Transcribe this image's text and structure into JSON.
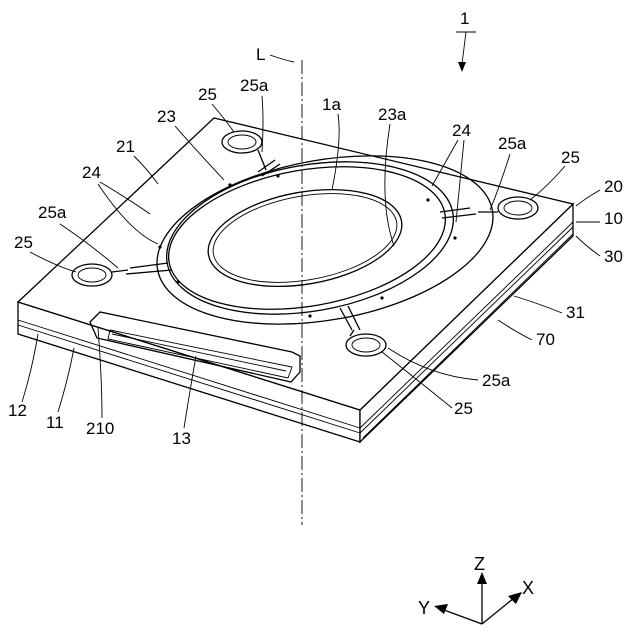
{
  "figure": {
    "number": "1",
    "axis_label": "L",
    "coords": {
      "z": "Z",
      "x": "X",
      "y": "Y"
    },
    "labels": {
      "r1a": "1a",
      "r10": "10",
      "r11": "11",
      "r12": "12",
      "r13": "13",
      "r20": "20",
      "r21": "21",
      "r23": "23",
      "r23a": "23a",
      "r24": "24",
      "r25": "25",
      "r25a": "25a",
      "r30": "30",
      "r31": "31",
      "r70": "70",
      "r210": "210"
    }
  }
}
